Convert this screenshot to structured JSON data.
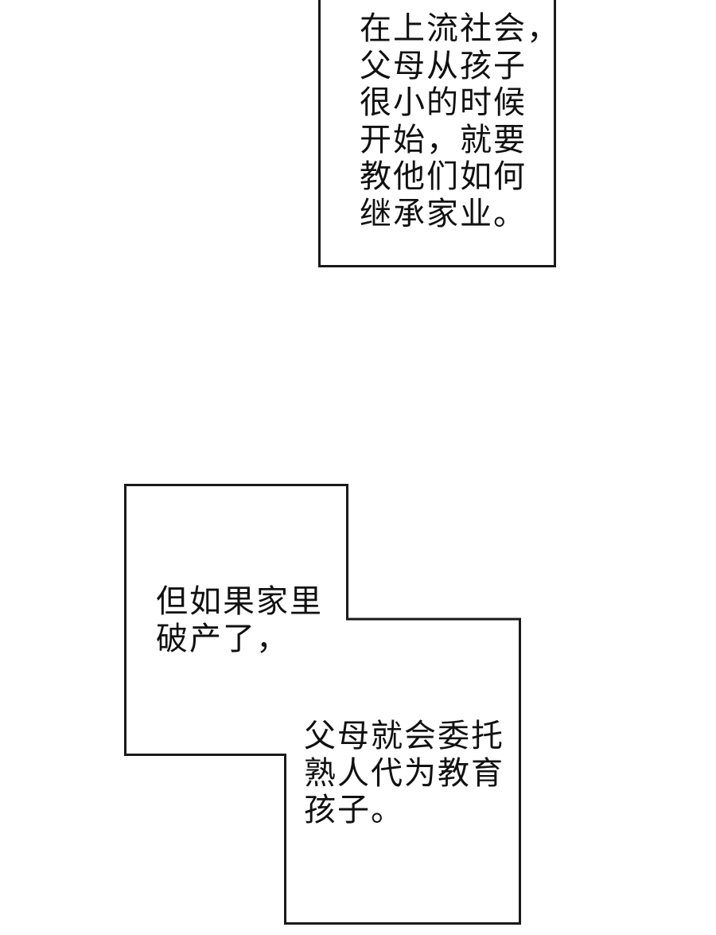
{
  "page": {
    "type": "webtoon-narration-page",
    "background_color": "#ffffff",
    "panel_fill_color": "#ffffff",
    "panel_border_color": "#191919",
    "text_color": "#111111"
  },
  "narration_top": {
    "lines": [
      "在上流社会，",
      "父母从孩子",
      "很小的时候",
      "开始，就要",
      "教他们如何",
      "继承家业。"
    ]
  },
  "narration_bottom_left": {
    "lines": [
      "但如果家里",
      "破产了，"
    ]
  },
  "narration_bottom_right": {
    "lines": [
      "父母就会委托",
      "熟人代为教育",
      "孩子。"
    ]
  }
}
